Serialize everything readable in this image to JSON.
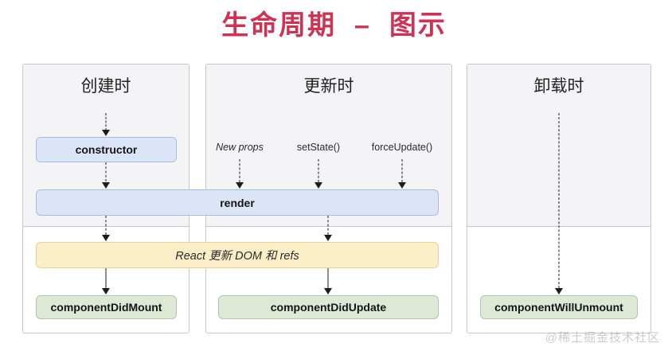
{
  "title": "生命周期  –  图示",
  "accent_color": "#cc3355",
  "phases": [
    {
      "id": "mounting",
      "heading": "创建时",
      "nodes": [
        {
          "name": "constructor",
          "label": "constructor",
          "color": "#dce5f7"
        },
        {
          "name": "componentDidMount",
          "label": "componentDidMount",
          "color": "#dde8d5"
        }
      ]
    },
    {
      "id": "updating",
      "heading": "更新时",
      "triggers": [
        {
          "label": "New props",
          "italic": true
        },
        {
          "label": "setState()",
          "italic": false
        },
        {
          "label": "forceUpdate()",
          "italic": false
        }
      ],
      "nodes": [
        {
          "name": "componentDidUpdate",
          "label": "componentDidUpdate",
          "color": "#dde8d5"
        }
      ]
    },
    {
      "id": "unmounting",
      "heading": "卸载时",
      "nodes": [
        {
          "name": "componentWillUnmount",
          "label": "componentWillUnmount",
          "color": "#dde8d5"
        }
      ]
    }
  ],
  "shared_nodes": {
    "render": {
      "label": "render",
      "color": "#dce5f7"
    },
    "react_updates_dom": {
      "label": "React 更新 DOM 和 refs",
      "color": "#fcefc8"
    }
  },
  "watermark": "@稀土掘金技术社区"
}
